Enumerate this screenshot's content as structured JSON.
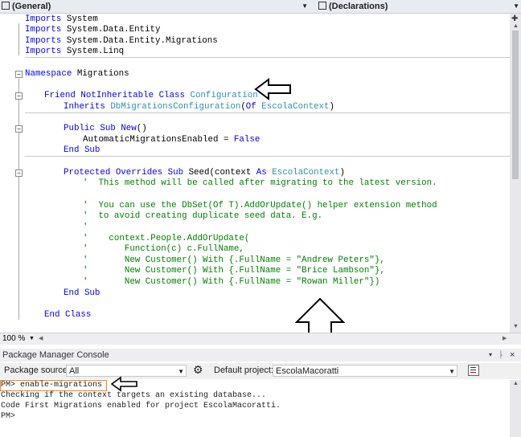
{
  "top_bar": {
    "left_combo": "(General)",
    "right_combo": "(Declarations)"
  },
  "code": {
    "imports": [
      "Imports",
      "System",
      "System.Data.Entity",
      "System.Data.Entity.Migrations",
      "System.Linq"
    ],
    "ns_keyword": "Namespace",
    "ns_name": "Migrations",
    "friend": "Friend",
    "notinheritable": "NotInheritable",
    "class_kw": "Class",
    "class_name": "Configuration",
    "inherits_kw": "Inherits",
    "base_type": "DbMigrationsConfiguration",
    "of_kw": "Of",
    "context_type": "EscolaContext",
    "public_kw": "Public",
    "sub_kw": "Sub",
    "new_kw": "New",
    "automig": "AutomaticMigrationsEnabled = ",
    "false_kw": "False",
    "end_kw": "End",
    "protected_kw": "Protected",
    "overrides_kw": "Overrides",
    "seed_sig": "Seed(context ",
    "as_kw": "As",
    "comments": [
      "'  This method will be called after migrating to the latest version.",
      "'  You can use the DbSet(Of T).AddOrUpdate() helper extension method",
      "'  to avoid creating duplicate seed data. E.g.",
      "'",
      "'    context.People.AddOrUpdate(",
      "'       Function(c) c.FullName,",
      "'       New Customer() With {.FullName = \"Andrew Peters\"},",
      "'       New Customer() With {.FullName = \"Brice Lambson\"},",
      "'       New Customer() With {.FullName = \"Rowan Miller\"})"
    ]
  },
  "zoom": "100 %",
  "console": {
    "title": "Package Manager Console",
    "source_label": "Package source:",
    "source_value": "All",
    "project_label": "Default project:",
    "project_value": "EscolaMacoratti",
    "command": "PM> enable-migrations",
    "output": [
      "Checking if the context targets an existing database...",
      "Code First Migrations enabled for project EscolaMacoratti.",
      "PM>"
    ]
  },
  "colors": {
    "keyword": "#0000ff",
    "type": "#2b91af",
    "comment": "#008000",
    "highlight_box": "#f58220"
  }
}
